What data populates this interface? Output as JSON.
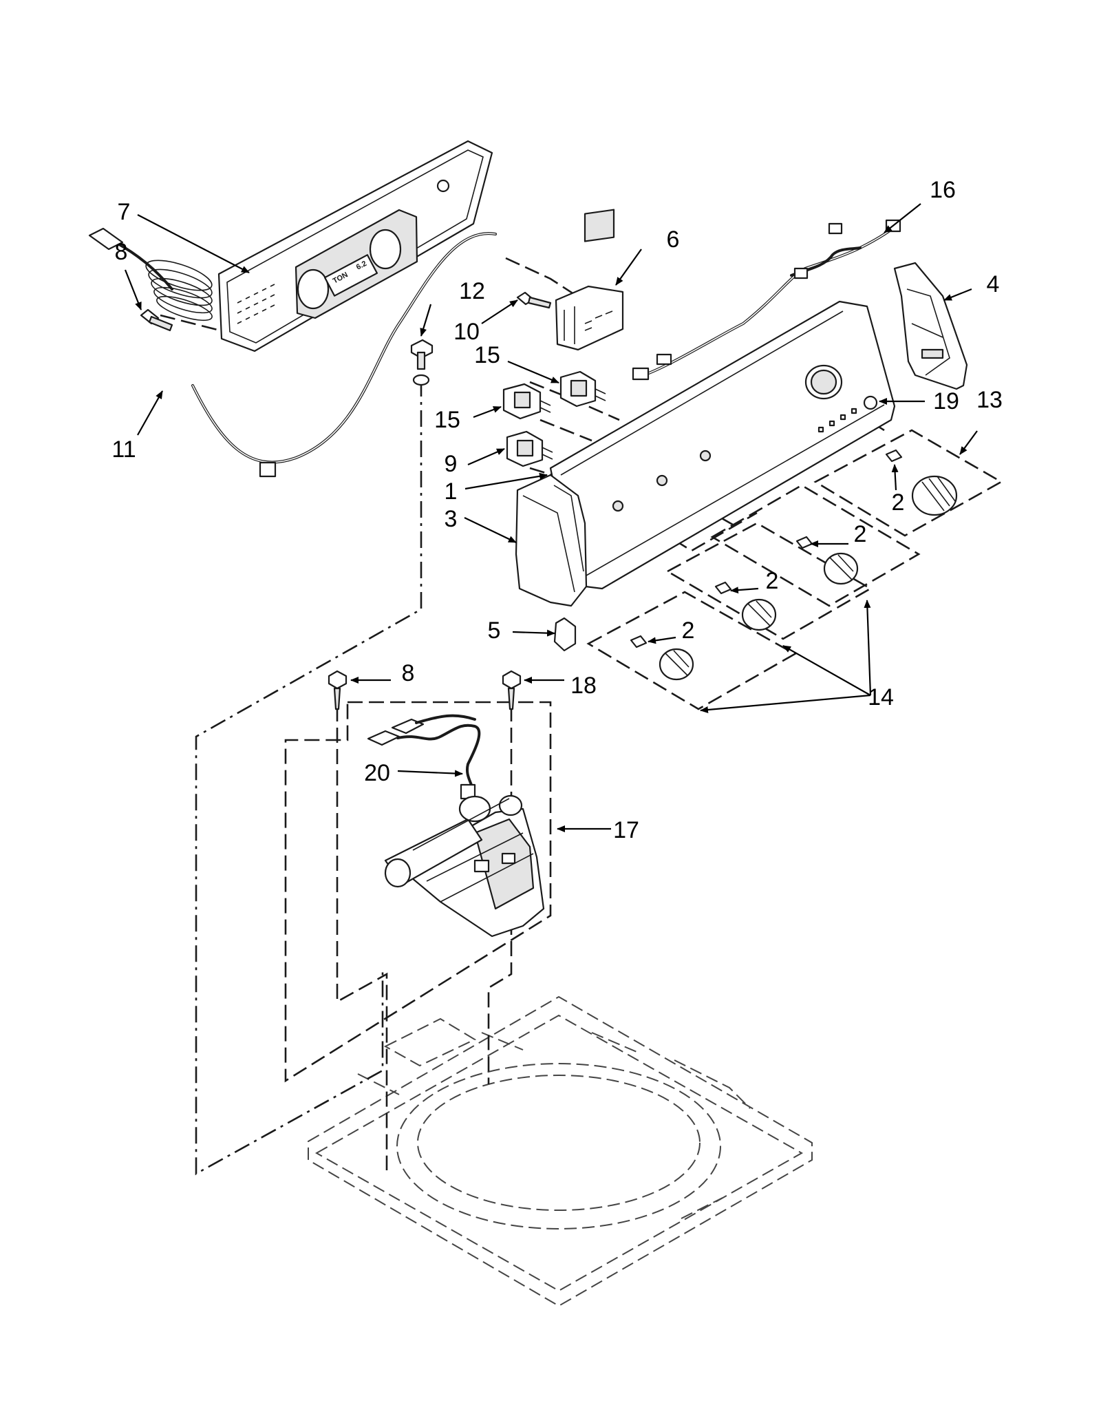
{
  "diagram": {
    "callouts": [
      {
        "id": "7",
        "label": "7"
      },
      {
        "id": "8a",
        "label": "8"
      },
      {
        "id": "11",
        "label": "11"
      },
      {
        "id": "12",
        "label": "12"
      },
      {
        "id": "10",
        "label": "10"
      },
      {
        "id": "6",
        "label": "6"
      },
      {
        "id": "16",
        "label": "16"
      },
      {
        "id": "4",
        "label": "4"
      },
      {
        "id": "15a",
        "label": "15"
      },
      {
        "id": "15b",
        "label": "15"
      },
      {
        "id": "9",
        "label": "9"
      },
      {
        "id": "1",
        "label": "1"
      },
      {
        "id": "3",
        "label": "3"
      },
      {
        "id": "19",
        "label": "19"
      },
      {
        "id": "13",
        "label": "13"
      },
      {
        "id": "2a",
        "label": "2"
      },
      {
        "id": "2b",
        "label": "2"
      },
      {
        "id": "2c",
        "label": "2"
      },
      {
        "id": "2d",
        "label": "2"
      },
      {
        "id": "5",
        "label": "5"
      },
      {
        "id": "14",
        "label": "14"
      },
      {
        "id": "8b",
        "label": "8"
      },
      {
        "id": "18",
        "label": "18"
      },
      {
        "id": "20",
        "label": "20"
      },
      {
        "id": "17",
        "label": "17"
      }
    ],
    "console_lettering": [
      "TON",
      "6.2"
    ]
  }
}
